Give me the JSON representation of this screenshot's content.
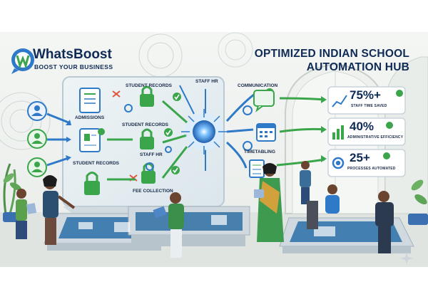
{
  "brand": {
    "name": "WhatsBoost",
    "tagline": "BOOST YOUR BUSINESS"
  },
  "headline": {
    "line1": "OPTIMIZED INDIAN SCHOOL",
    "line2": "AUTOMATION HUB"
  },
  "workflow_labels": {
    "admissions": "ADMISSIONS",
    "student_records_top": "STUDENT RECORDS",
    "staff_hr_top": "STAFF HR",
    "student_records_mid": "STUDENT RECORDS",
    "staff_hr_mid": "STAFF HR",
    "student_records_left": "STUDENT RECORDS",
    "fee_collection": "FEE COLLECTION",
    "communication": "COMMUNICATION",
    "timetabling": "TIMETABLING"
  },
  "stats": [
    {
      "value": "75%+",
      "label": "STAFF TIME SAVED"
    },
    {
      "value": "40%",
      "label": "ADMINISTRATIVE EFFICIENCY"
    },
    {
      "value": "25+",
      "label": "PROCESSES AUTOMATED"
    }
  ],
  "icons": [
    "whatsapp-logo",
    "user-icon",
    "document-icon",
    "padlock-icon",
    "checkmark-icon",
    "shuffle-icon",
    "gear-icon",
    "calendar-icon",
    "chat-bubble-icon",
    "chart-icon",
    "sparkle-icon"
  ],
  "colors": {
    "navy": "#0e2a55",
    "green": "#3aa54a",
    "blue": "#2f79c9",
    "panel": "#e7eef3"
  }
}
